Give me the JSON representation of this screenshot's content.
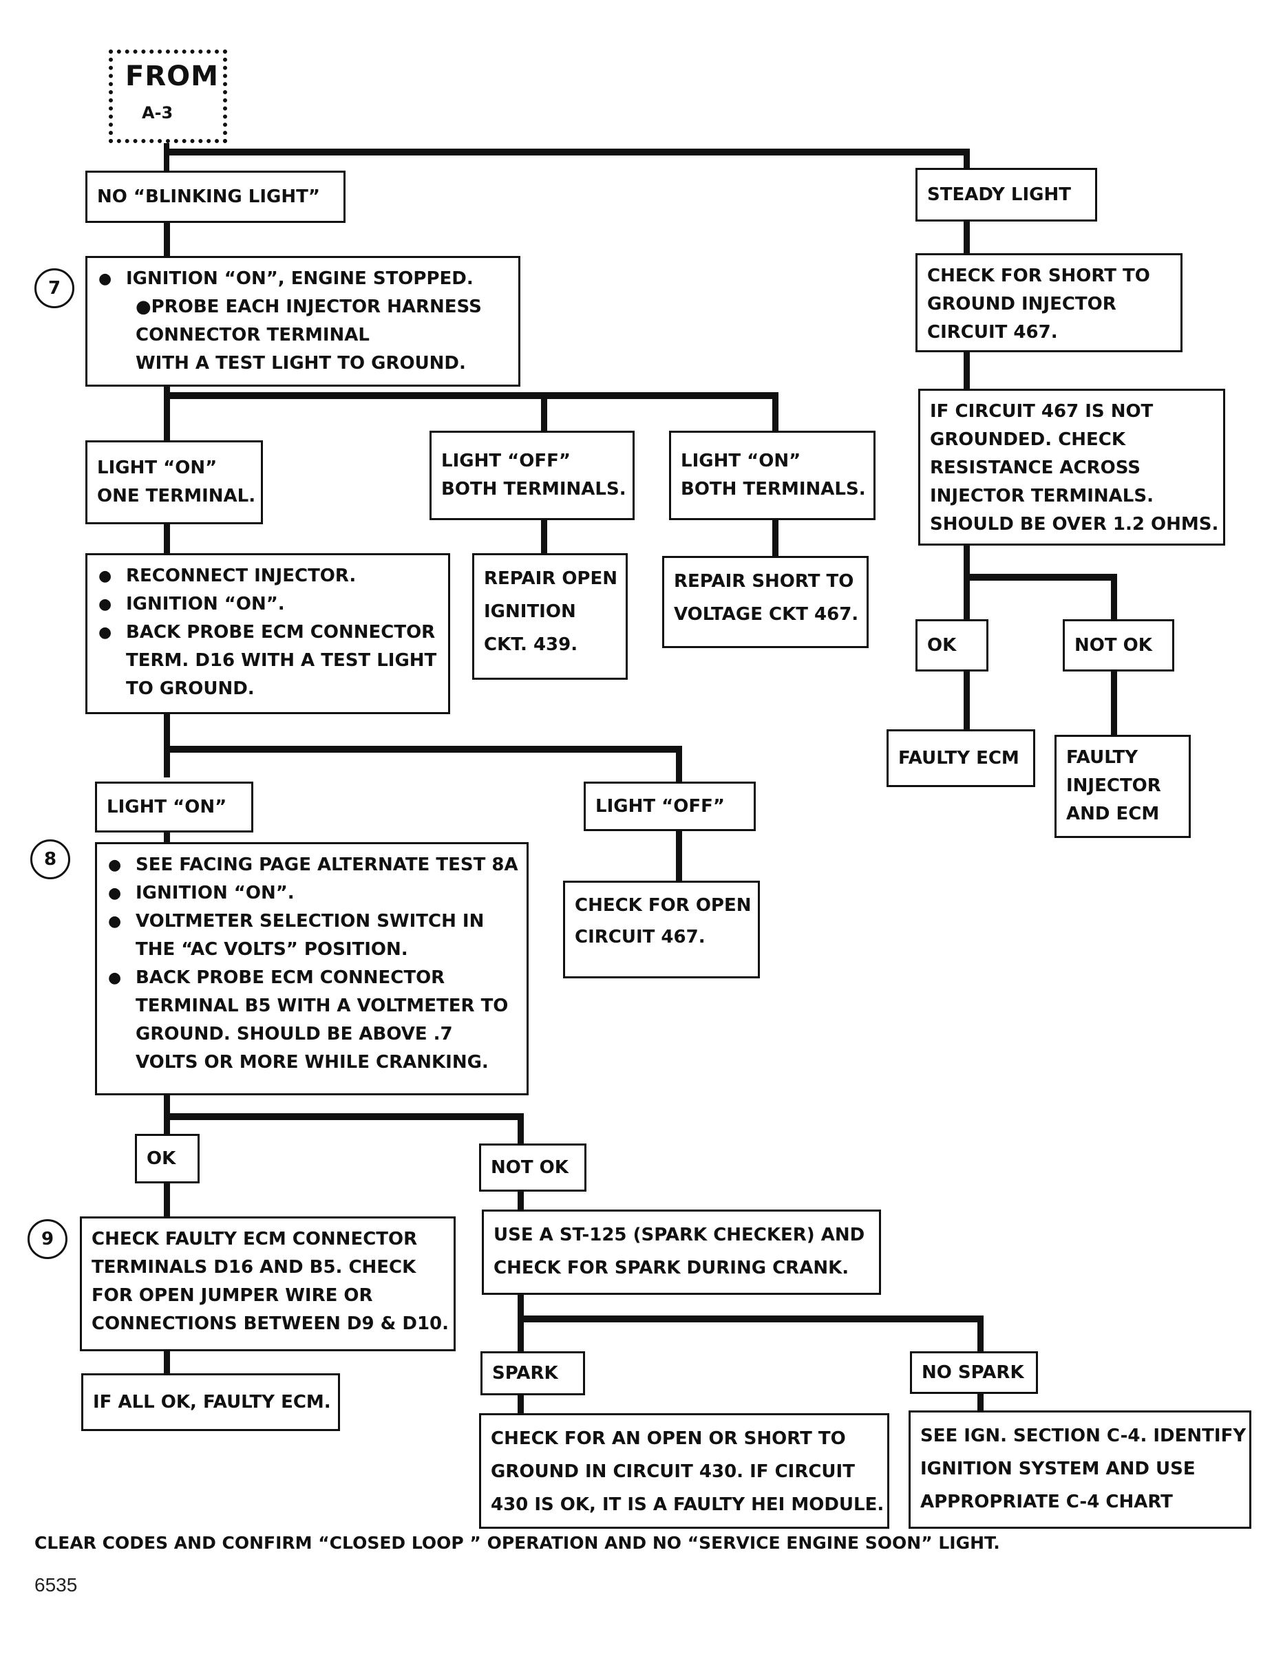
{
  "from_marker": {
    "title": "FROM",
    "ref": "A-3"
  },
  "steps": {
    "s7": "7",
    "s8": "8",
    "s9": "9"
  },
  "labels": {
    "no_blinking_light": "NO “BLINKING LIGHT”",
    "steady_light": "STEADY LIGHT",
    "light_on_one_terminal": [
      "LIGHT “ON”",
      "ONE TERMINAL."
    ],
    "light_off_both_terminals": [
      "LIGHT “OFF”",
      "BOTH TERMINALS."
    ],
    "light_on_both_terminals": [
      "LIGHT “ON”",
      "BOTH TERMINALS."
    ],
    "ok_right": "OK",
    "not_ok_right": "NOT OK",
    "light_on": "LIGHT “ON”",
    "light_off": "LIGHT “OFF”",
    "ok_lower": "OK",
    "not_ok_lower": "NOT OK",
    "spark": "SPARK",
    "no_spark": "NO SPARK"
  },
  "boxes": {
    "step7_test": [
      "IGNITION “ON”, ENGINE STOPPED.",
      "●PROBE EACH  INJECTOR HARNESS",
      "CONNECTOR TERMINAL",
      "WITH A TEST LIGHT TO GROUND."
    ],
    "check_short_ground": [
      "CHECK FOR SHORT TO",
      "GROUND INJECTOR",
      "CIRCUIT 467."
    ],
    "if_circuit_467": [
      "IF CIRCUIT 467 IS NOT",
      "GROUNDED.  CHECK",
      "RESISTANCE  ACROSS",
      "INJECTOR TERMINALS.",
      "SHOULD BE OVER 1.2 OHMS."
    ],
    "reconnect_injector": [
      "RECONNECT INJECTOR.",
      "IGNITION “ON”.",
      "BACK PROBE ECM CONNECTOR",
      "TERM. D16  WITH A TEST LIGHT",
      "TO GROUND."
    ],
    "repair_open_ignition": [
      "REPAIR OPEN",
      "IGNITION",
      "CKT. 439."
    ],
    "repair_short_voltage": [
      "REPAIR SHORT TO",
      "VOLTAGE CKT 467."
    ],
    "faulty_ecm": "FAULTY ECM",
    "faulty_injector_ecm": [
      "FAULTY",
      "INJECTOR",
      "AND ECM"
    ],
    "step8_test": [
      "SEE FACING PAGE ALTERNATE TEST 8A",
      "IGNITION “ON”.",
      "VOLTMETER SELECTION SWITCH IN",
      "THE “AC VOLTS” POSITION.",
      "BACK PROBE ECM CONNECTOR",
      "TERMINAL B5  WITH A VOLTMETER TO",
      "GROUND.  SHOULD BE ABOVE .7",
      "VOLTS OR MORE WHILE CRANKING."
    ],
    "check_open_467": [
      "CHECK FOR OPEN",
      "CIRCUIT 467."
    ],
    "step9_check": [
      "CHECK FAULTY ECM CONNECTOR",
      "TERMINALS D16 AND B5.  CHECK",
      "FOR OPEN JUMPER WIRE OR",
      "CONNECTIONS BETWEEN D9 & D10."
    ],
    "if_all_ok": "IF ALL OK, FAULTY ECM.",
    "use_st125": [
      "USE A ST-125 (SPARK CHECKER) AND",
      "CHECK FOR SPARK DURING CRANK."
    ],
    "check_open_short_430": [
      "CHECK FOR AN OPEN OR SHORT TO",
      "GROUND IN CIRCUIT 430. IF CIRCUIT",
      "430 IS OK, IT IS A FAULTY HEI MODULE."
    ],
    "see_ign_section": [
      "SEE IGN. SECTION C-4.  IDENTIFY",
      "IGNITION SYSTEM AND USE",
      "APPROPRIATE C-4 CHART"
    ]
  },
  "footer": "CLEAR CODES AND CONFIRM “CLOSED LOOP ” OPERATION AND NO “SERVICE ENGINE SOON” LIGHT.",
  "doc_number": "6535"
}
